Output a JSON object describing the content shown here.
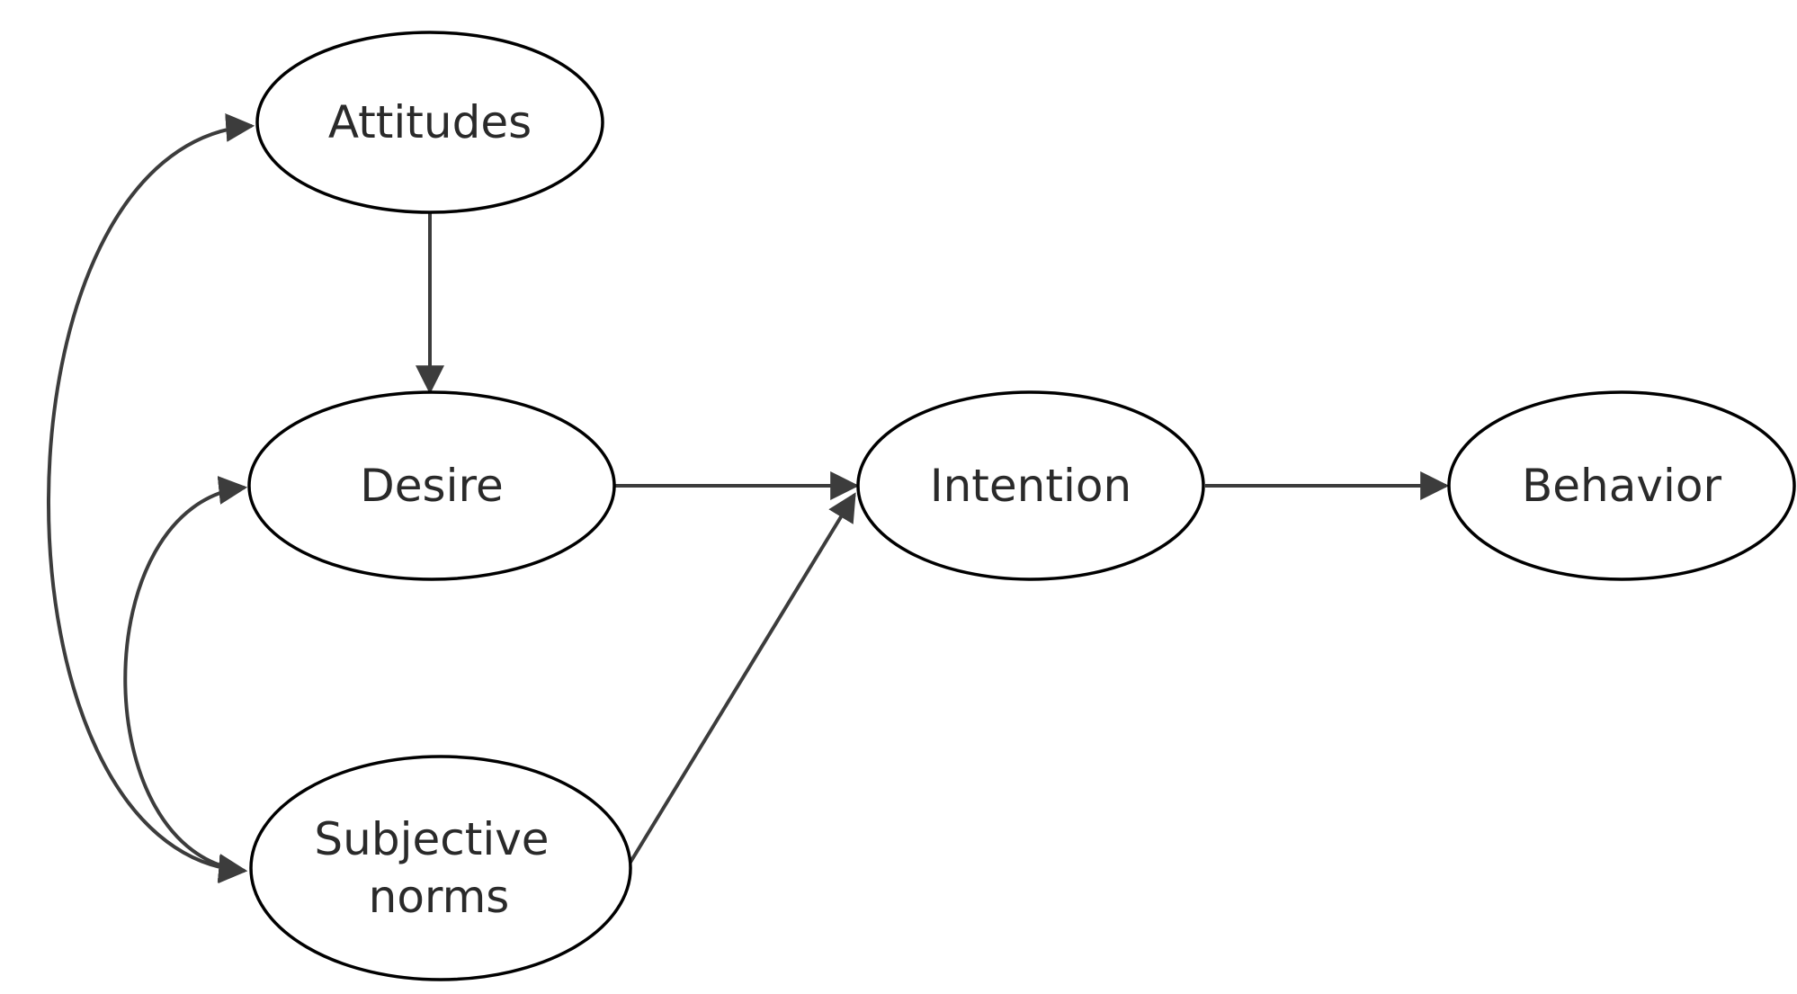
{
  "diagram": {
    "nodes": [
      {
        "id": "attitudes",
        "lines": [
          "Attitudes"
        ]
      },
      {
        "id": "desire",
        "lines": [
          "Desire"
        ]
      },
      {
        "id": "subjective-norms",
        "lines": [
          "Subjective",
          "norms"
        ]
      },
      {
        "id": "intention",
        "lines": [
          "Intention"
        ]
      },
      {
        "id": "behavior",
        "lines": [
          "Behavior"
        ]
      }
    ],
    "edges": [
      {
        "from": "attitudes",
        "to": "desire"
      },
      {
        "from": "desire",
        "to": "intention"
      },
      {
        "from": "subjective-norms",
        "to": "intention"
      },
      {
        "from": "intention",
        "to": "behavior"
      },
      {
        "from": "subjective-norms",
        "to": "attitudes",
        "bidirectional": true
      },
      {
        "from": "subjective-norms",
        "to": "desire",
        "bidirectional": true
      }
    ]
  },
  "colors": {
    "node_stroke": "#000000",
    "node_fill": "#ffffff",
    "edge": "#3c3c3c",
    "text": "#2a2a2a"
  }
}
